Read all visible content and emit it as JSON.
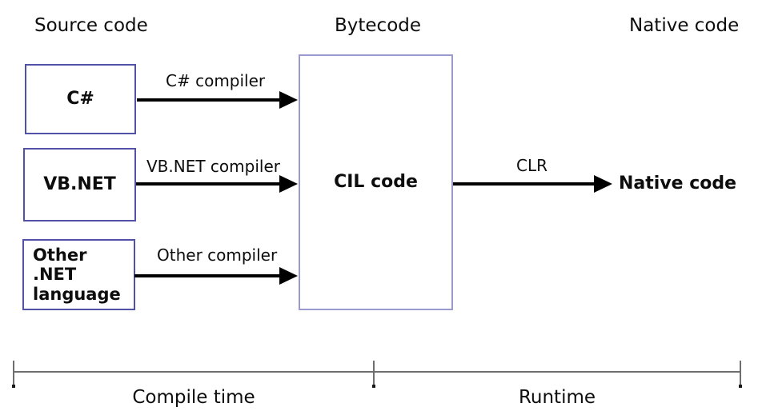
{
  "headings": {
    "source_code": "Source code",
    "bytecode": "Bytecode",
    "native_code": "Native code"
  },
  "source_boxes": [
    {
      "label": "C#",
      "arrow_label": "C# compiler"
    },
    {
      "label": "VB.NET",
      "arrow_label": "VB.NET compiler"
    },
    {
      "label": "Other .NET\nlanguage",
      "arrow_label": "Other compiler"
    }
  ],
  "cil_box": {
    "label": "CIL code"
  },
  "clr_arrow": {
    "label": "CLR"
  },
  "native_output": {
    "label": "Native code"
  },
  "timeline": {
    "compile_label": "Compile time",
    "runtime_label": "Runtime"
  },
  "colors": {
    "source_box_border": "#5151a8",
    "cil_box_border": "#9a9ad0",
    "arrow": "#000000",
    "timeline_line": "#6e6e6e",
    "text": "#0d0d0d"
  }
}
